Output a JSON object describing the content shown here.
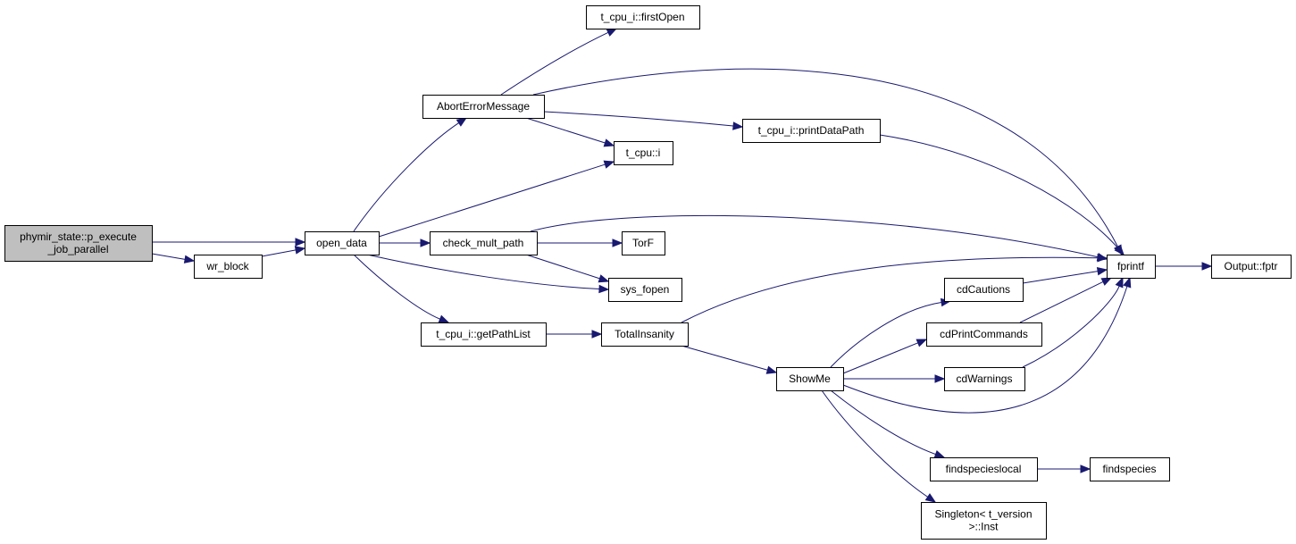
{
  "colors": {
    "edge": "#191970",
    "node_fill": "#ffffff",
    "root_fill": "#bfbfbf",
    "node_border": "#000000"
  },
  "nodes": [
    {
      "id": "root",
      "lines": [
        "phymir_state::p_execute",
        "_job_parallel"
      ],
      "root": true
    },
    {
      "id": "wr_block",
      "lines": [
        "wr_block"
      ]
    },
    {
      "id": "open_data",
      "lines": [
        "open_data"
      ]
    },
    {
      "id": "abort",
      "lines": [
        "AbortErrorMessage"
      ]
    },
    {
      "id": "firstopen",
      "lines": [
        "t_cpu_i::firstOpen"
      ]
    },
    {
      "id": "printdatapath",
      "lines": [
        "t_cpu_i::printDataPath"
      ]
    },
    {
      "id": "tcpu_i",
      "lines": [
        "t_cpu::i"
      ]
    },
    {
      "id": "check_mult_path",
      "lines": [
        "check_mult_path"
      ]
    },
    {
      "id": "torf",
      "lines": [
        "TorF"
      ]
    },
    {
      "id": "sys_fopen",
      "lines": [
        "sys_fopen"
      ]
    },
    {
      "id": "getpathlist",
      "lines": [
        "t_cpu_i::getPathList"
      ]
    },
    {
      "id": "totalinsanity",
      "lines": [
        "TotalInsanity"
      ]
    },
    {
      "id": "showme",
      "lines": [
        "ShowMe"
      ]
    },
    {
      "id": "cdcautions",
      "lines": [
        "cdCautions"
      ]
    },
    {
      "id": "cdprintcommands",
      "lines": [
        "cdPrintCommands"
      ]
    },
    {
      "id": "cdwarnings",
      "lines": [
        "cdWarnings"
      ]
    },
    {
      "id": "findspecieslocal",
      "lines": [
        "findspecieslocal"
      ]
    },
    {
      "id": "findspecies",
      "lines": [
        "findspecies"
      ]
    },
    {
      "id": "singleton",
      "lines": [
        "Singleton< t_version",
        ">::Inst"
      ]
    },
    {
      "id": "fprintf",
      "lines": [
        "fprintf"
      ]
    },
    {
      "id": "fptr",
      "lines": [
        "Output::fptr"
      ]
    }
  ],
  "edges": [
    {
      "from": "root",
      "to": "open_data"
    },
    {
      "from": "root",
      "to": "wr_block"
    },
    {
      "from": "wr_block",
      "to": "open_data"
    },
    {
      "from": "open_data",
      "to": "abort"
    },
    {
      "from": "open_data",
      "to": "tcpu_i"
    },
    {
      "from": "open_data",
      "to": "check_mult_path"
    },
    {
      "from": "open_data",
      "to": "sys_fopen"
    },
    {
      "from": "open_data",
      "to": "getpathlist"
    },
    {
      "from": "abort",
      "to": "firstopen"
    },
    {
      "from": "abort",
      "to": "fprintf"
    },
    {
      "from": "abort",
      "to": "printdatapath"
    },
    {
      "from": "abort",
      "to": "tcpu_i"
    },
    {
      "from": "printdatapath",
      "to": "fprintf"
    },
    {
      "from": "check_mult_path",
      "to": "fprintf"
    },
    {
      "from": "check_mult_path",
      "to": "torf"
    },
    {
      "from": "check_mult_path",
      "to": "sys_fopen"
    },
    {
      "from": "getpathlist",
      "to": "totalinsanity"
    },
    {
      "from": "totalinsanity",
      "to": "fprintf"
    },
    {
      "from": "totalinsanity",
      "to": "showme"
    },
    {
      "from": "showme",
      "to": "cdcautions"
    },
    {
      "from": "showme",
      "to": "cdprintcommands"
    },
    {
      "from": "showme",
      "to": "cdwarnings"
    },
    {
      "from": "showme",
      "to": "fprintf"
    },
    {
      "from": "showme",
      "to": "findspecieslocal"
    },
    {
      "from": "showme",
      "to": "singleton"
    },
    {
      "from": "cdcautions",
      "to": "fprintf"
    },
    {
      "from": "cdprintcommands",
      "to": "fprintf"
    },
    {
      "from": "cdwarnings",
      "to": "fprintf"
    },
    {
      "from": "findspecieslocal",
      "to": "findspecies"
    },
    {
      "from": "fprintf",
      "to": "fptr"
    }
  ]
}
